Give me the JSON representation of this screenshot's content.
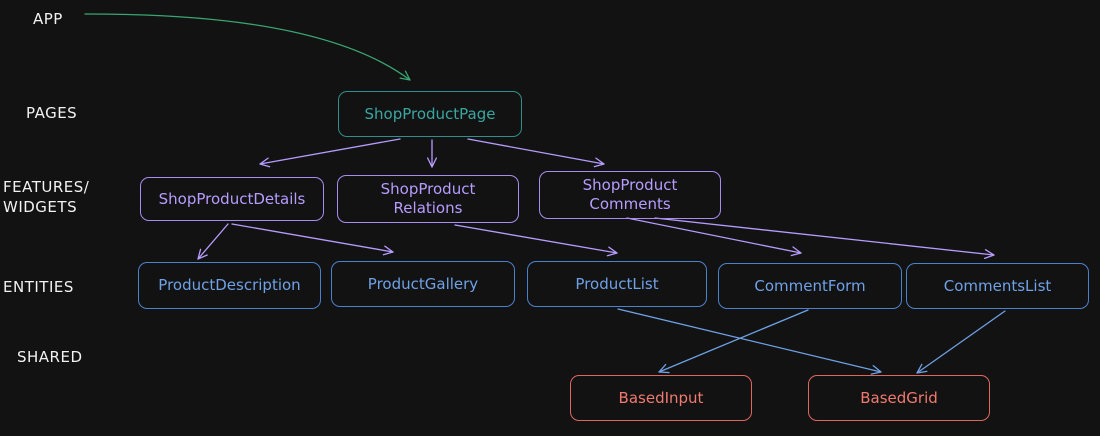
{
  "layers": {
    "app": "APP",
    "pages": "PAGES",
    "features": "FEATURES/\nWIDGETS",
    "entities": "ENTITIES",
    "shared": "SHARED"
  },
  "nodes": {
    "shop_product_page": "ShopProductPage",
    "shop_product_details": "ShopProductDetails",
    "shop_product_relations": "ShopProduct\nRelations",
    "shop_product_comments": "ShopProduct\nComments",
    "product_description": "ProductDescription",
    "product_gallery": "ProductGallery",
    "product_list": "ProductList",
    "comment_form": "CommentForm",
    "comments_list": "CommentsList",
    "based_input": "BasedInput",
    "based_grid": "BasedGrid"
  },
  "colors": {
    "background": "#121212",
    "app_arrow": "#3aa574",
    "teal": "#3aa6a2",
    "purple": "#b79cff",
    "blue": "#6fa1e6",
    "red": "#f07a70",
    "label": "#f2f2f2"
  },
  "edges": [
    {
      "from": "app",
      "to": "shop_product_page",
      "color": "app_arrow"
    },
    {
      "from": "shop_product_page",
      "to": "shop_product_details",
      "color": "purple"
    },
    {
      "from": "shop_product_page",
      "to": "shop_product_relations",
      "color": "purple"
    },
    {
      "from": "shop_product_page",
      "to": "shop_product_comments",
      "color": "purple"
    },
    {
      "from": "shop_product_details",
      "to": "product_description",
      "color": "purple"
    },
    {
      "from": "shop_product_details",
      "to": "product_gallery",
      "color": "purple"
    },
    {
      "from": "shop_product_relations",
      "to": "product_list",
      "color": "purple"
    },
    {
      "from": "shop_product_comments",
      "to": "comment_form",
      "color": "purple"
    },
    {
      "from": "shop_product_comments",
      "to": "comments_list",
      "color": "purple"
    },
    {
      "from": "comment_form",
      "to": "based_input",
      "color": "blue"
    },
    {
      "from": "product_list",
      "to": "based_grid",
      "color": "blue"
    },
    {
      "from": "comments_list",
      "to": "based_grid",
      "color": "blue"
    }
  ]
}
